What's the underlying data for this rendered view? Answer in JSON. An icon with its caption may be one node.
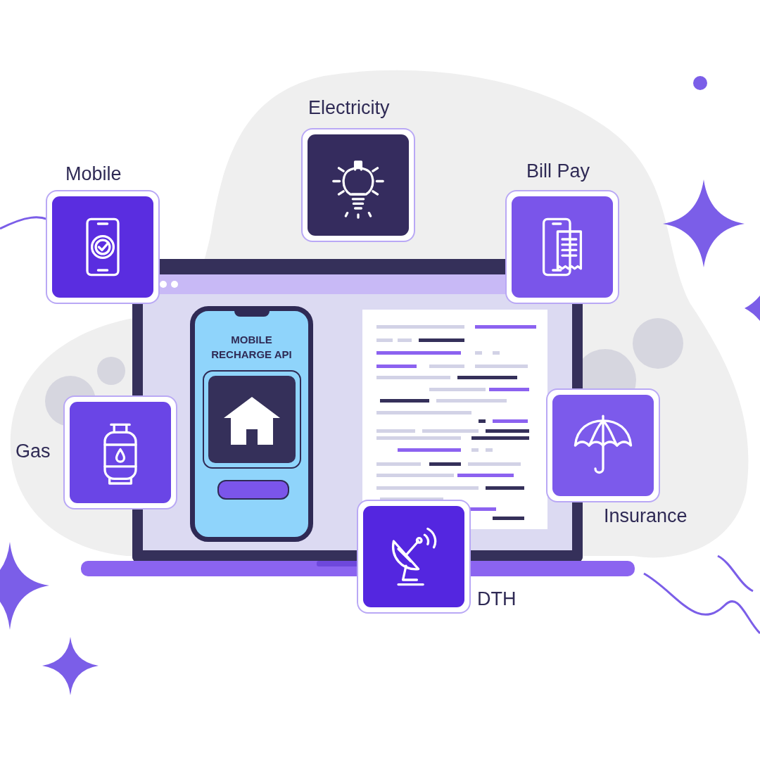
{
  "diagram": {
    "nodes": [
      {
        "text": [
          "Electricity"
        ]
      },
      {
        "text": [
          "Mobile"
        ]
      },
      {
        "text": [
          "Bill Pay"
        ]
      },
      {
        "text": [
          "MOBILE RECHARGE API"
        ]
      },
      {
        "text": [
          "Gas"
        ]
      },
      {
        "text": [
          "Insurance"
        ]
      },
      {
        "text": [
          "DTH"
        ]
      }
    ]
  }
}
